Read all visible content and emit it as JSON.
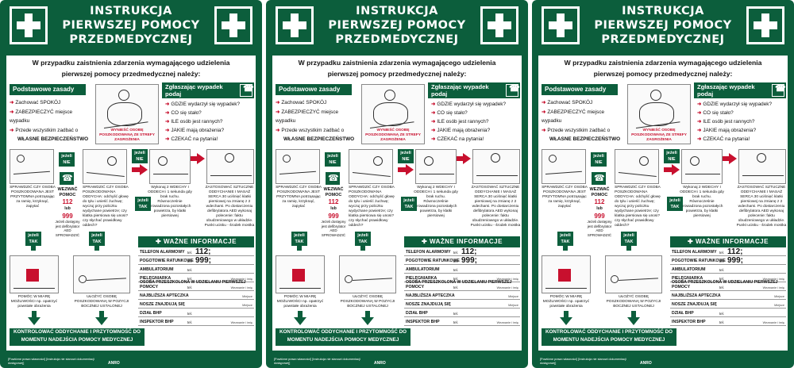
{
  "poster": {
    "title_lines": [
      "INSTRUKCJA",
      "PIERWSZEJ POMOCY",
      "PRZEDMEDYCZNEJ"
    ],
    "intro_lines": [
      "W przypadku zaistnienia zdarzenia wymagającego udzielenia",
      "pierwszej pomocy przedmedycznej należy:"
    ],
    "basic_header": "Podstawowe zasady",
    "basic_items": [
      "Zachować SPOKÓJ",
      "ZABEZPIECZYĆ miejsce wypadku",
      "Przede wszystkim zadbać o",
      "WŁASNE BEZPIECZEŃSTWO"
    ],
    "call_header": "Zgłaszając wypadek podaj",
    "call_items": [
      "GDZIE wydarzył się wypadek?",
      "CO się stało?",
      "ILE osób jest rannych?",
      "JAKIE mają obrażenia?",
      "CZEKAĆ na pytania!"
    ],
    "fig1_caption": "WYNIEŚĆ OSOBĘ POSZKODOWANĄ ZE STREFY ZAGROŻENIA",
    "step_check": "SPRAWDZIĆ CZY OSOBA POSZKODOWANA JEST PRZYTOMNA potrząsając za ramię, krzyknąć, zapytać",
    "if_no": "jeżeli NIE",
    "call_help_title": "WEZWAĆ POMOC",
    "call_help_num1": "112",
    "call_help_or": "lub",
    "call_help_num2": "999",
    "call_help_aed": "Jeżeli dostępny jest defibrylator AED SPROWADZIĆ",
    "step_breath": "SPRAWDZIĆ CZY OSOBA POSZKODOWANA ODDYCHA: odchylić głowę do tyłu i unieść żuchwę; wyczuj przy policzku wydychane powietrze; czy klatka piersiowa się unosi? czy słychać prawidłowy oddech?",
    "step_resc": "Wykonaj 2 WDECHY I ODDECH i 1 sekunda gdy brak ruchu. Równocześnie prowadzona pozostałych powietrza, by klatki piersiowej",
    "step_cpr": "ZASTOSOWAĆ SZTUCZNE ODDYCHANIE I MASAŻ SERCA 30 uciśnięć klatki piersiowej na zmianę z 2 wdechami. Po dostarczeniu defibrylatora AED wykonaj polecenie: faktu obudzeniowego w układzie. Punkt ucisku - środek mostka",
    "if_yes": "jeżeli TAK",
    "help_bleed": "POMÓC W MIARĘ MOŻLIWOŚCI np. opatrzyć powstałe obrażenia",
    "recovery": "UŁOŻYĆ OSOBĘ POSZKODOWANĄ W POZYCJI BOCZNEJ USTALONEJ",
    "footer": "KONTROLOWAĆ ODDYCHANIE I PRZYTOMNOŚĆ DO MOMENTU NADEJŚCIA POMOCY MEDYCZNEJ",
    "info_header": "WAŻNE INFORMACJE",
    "info_rows": [
      {
        "label": "TELEFON ALARMOWY",
        "tel": "tel.",
        "value": "112;",
        "aux": ""
      },
      {
        "label": "POGOTOWIE RATUNKOWE",
        "tel": "tel.",
        "value": "999;",
        "aux": ""
      },
      {
        "label": "AMBULATORIUM",
        "tel": "tel.",
        "value": "",
        "aux": ""
      },
      {
        "label": "PIELĘGNIARKA",
        "tel": "tel.",
        "value": "",
        "aux": "Wezwanie i imię"
      },
      {
        "label": "OSOBA PRZESZKOLONA W UDZIELANIU PIERWSZEJ POMOCY",
        "tel": "tel.",
        "value": "",
        "aux": "Wezwanie i imię"
      },
      {
        "label": "NAJBLIŻSZA APTECZKA",
        "tel": "",
        "value": "",
        "aux": "Miejsce"
      },
      {
        "label": "NOSZE ZNAJDUJĄ SIĘ",
        "tel": "",
        "value": "",
        "aux": "Miejsce"
      },
      {
        "label": "DZIAŁ BHP",
        "tel": "tel.",
        "value": "",
        "aux": ""
      },
      {
        "label": "INSPEKTOR BHP",
        "tel": "tel.",
        "value": "",
        "aux": "Wezwanie i imię"
      }
    ],
    "foot_note": "[Powtórne prawo własności] [Instrukcja nie stanowi dokumentacji dostępowej]",
    "logo": "ANRO"
  },
  "colors": {
    "green": "#0c5e3c",
    "red": "#c8102e"
  }
}
